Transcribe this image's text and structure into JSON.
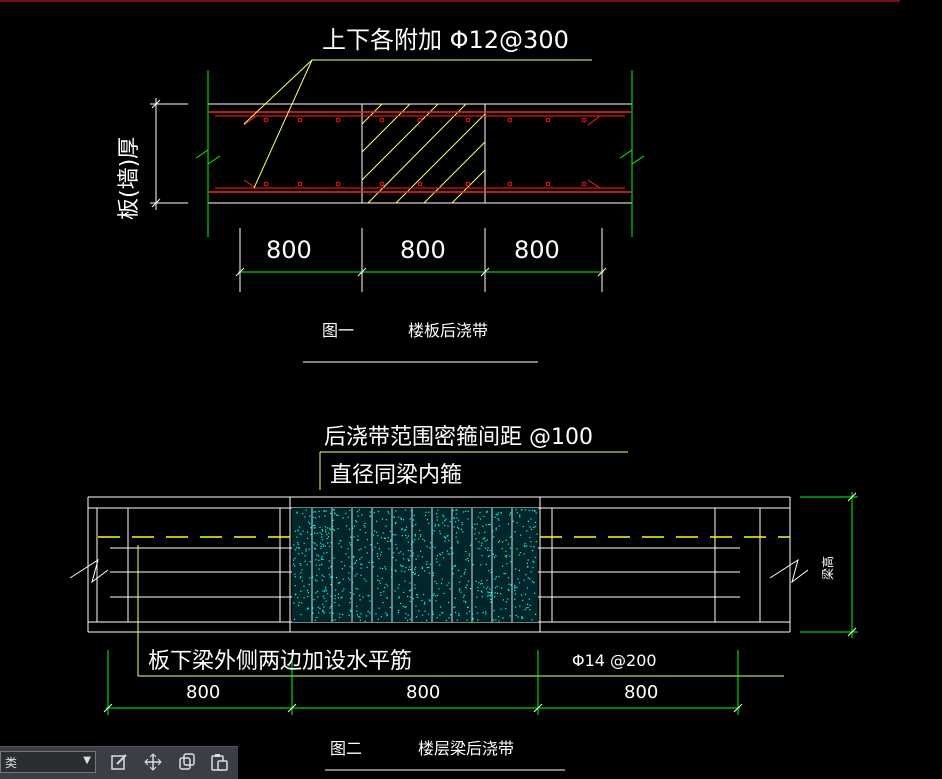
{
  "figure1": {
    "annotation": "上下各附加  Φ12@300",
    "side_label": "板(墙)厚",
    "dims": [
      "800",
      "800",
      "800"
    ],
    "caption_num": "图一",
    "caption_title": "楼板后浇带"
  },
  "figure2": {
    "annotation_line1": "后浇带范围密箍间距    @100",
    "annotation_line2": "直径同梁内箍",
    "bottom_note": "板下梁外侧两边加设水平筋",
    "rebar_note": "Φ14 @200",
    "side_label": "梁高",
    "dims": [
      "800",
      "800",
      "800"
    ],
    "caption_num": "图二",
    "caption_title": "楼层梁后浇带"
  },
  "toolbar": {
    "select_value": "类",
    "select_arrow": "▼",
    "icons": [
      "edit-icon",
      "move-icon",
      "copy-icon",
      "paste-icon"
    ]
  },
  "colors": {
    "background": "#000000",
    "line_white": "#ffffff",
    "line_green": "#00ff00",
    "rebar_red": "#ff2020",
    "leader_yellow": "#ffff66",
    "hatch_cyan": "#00ffff",
    "dashed_yellow": "#ffff00"
  }
}
